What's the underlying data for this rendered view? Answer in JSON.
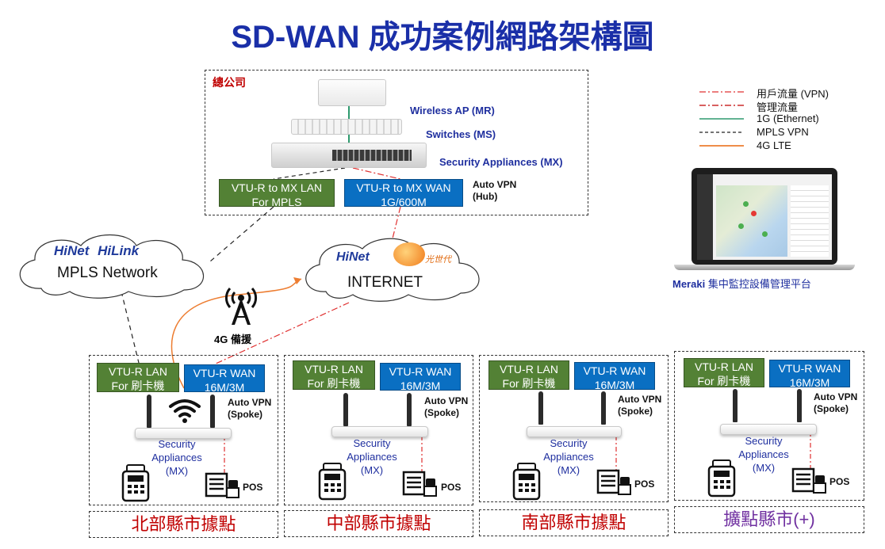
{
  "title": "SD-WAN 成功案例網路架構圖",
  "hq": {
    "label": "總公司",
    "devices": {
      "wireless_ap": "Wireless AP (MR)",
      "switches": "Switches (MS)",
      "security_appliances": "Security Appliances (MX)"
    },
    "lan_box": [
      "VTU-R to MX LAN",
      "For MPLS"
    ],
    "wan_box": [
      "VTU-R  to MX WAN",
      "1G/600M"
    ],
    "auto_vpn": [
      "Auto VPN",
      "(Hub)"
    ]
  },
  "clouds": {
    "mpls": {
      "brand1": "HiNet",
      "brand2": "HiLink",
      "text": "MPLS Network"
    },
    "internet": {
      "brand1": "HiNet",
      "brand2": "光世代",
      "text": "INTERNET"
    }
  },
  "backup_4g": "4G 備援",
  "legend": [
    {
      "label": "用戶流量 (VPN)",
      "color": "#e03030",
      "style": "dashdot"
    },
    {
      "label": "管理流量",
      "color": "#c00000",
      "style": "dashdot"
    },
    {
      "label": "1G (Ethernet)",
      "color": "#2e9a6e",
      "style": "solid"
    },
    {
      "label": "MPLS VPN",
      "color": "#222222",
      "style": "dashed"
    },
    {
      "label": "4G LTE",
      "color": "#ed7d31",
      "style": "solid"
    }
  ],
  "meraki": {
    "brand": "Meraki",
    "caption": " 集中監控設備管理平台"
  },
  "branches": [
    {
      "lan": [
        "VTU-R LAN",
        "For 刷卡機"
      ],
      "wan": [
        "VTU-R WAN",
        "16M/3M"
      ],
      "auto_vpn": [
        "Auto VPN",
        "(Spoke)"
      ],
      "sa": [
        "Security",
        "Appliances",
        "(MX)"
      ],
      "pos": "POS",
      "region": "北部縣市據點",
      "wifi": true
    },
    {
      "lan": [
        "VTU-R LAN",
        "For 刷卡機"
      ],
      "wan": [
        "VTU-R WAN",
        "16M/3M"
      ],
      "auto_vpn": [
        "Auto VPN",
        "(Spoke)"
      ],
      "sa": [
        "Security",
        "Appliances",
        "(MX)"
      ],
      "pos": "POS",
      "region": "中部縣市據點",
      "wifi": false
    },
    {
      "lan": [
        "VTU-R LAN",
        "For 刷卡機"
      ],
      "wan": [
        "VTU-R WAN",
        "16M/3M"
      ],
      "auto_vpn": [
        "Auto VPN",
        "(Spoke)"
      ],
      "sa": [
        "Security",
        "Appliances",
        "(MX)"
      ],
      "pos": "POS",
      "region": "南部縣市據點",
      "wifi": false
    },
    {
      "lan": [
        "VTU-R LAN",
        "For 刷卡機"
      ],
      "wan": [
        "VTU-R WAN",
        "16M/3M"
      ],
      "auto_vpn": [
        "Auto VPN",
        "(Spoke)"
      ],
      "sa": [
        "Security",
        "Appliances",
        "(MX)"
      ],
      "pos": "POS",
      "region": "擴點縣市(+)",
      "wifi": false
    }
  ]
}
